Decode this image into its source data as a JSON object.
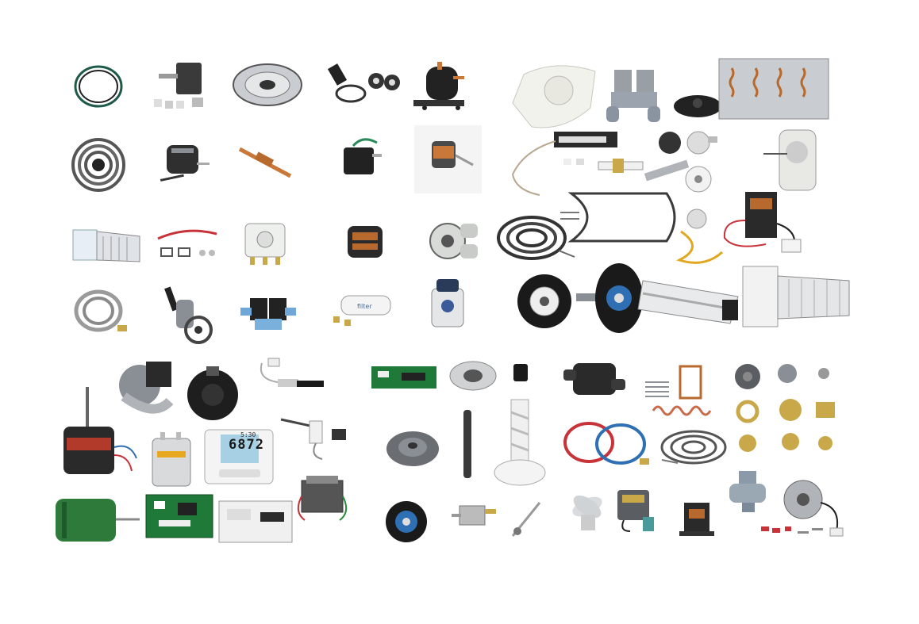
{
  "photo": {
    "subject": "collage of appliance and HVAC replacement parts on white background",
    "thermostat_display": {
      "reading": "6872",
      "clock": "5:30"
    },
    "filter_label": "filter",
    "colors": {
      "background": "#ffffff",
      "steel": "#8a8f96",
      "dark": "#2a2a2a",
      "copper": "#c9783a",
      "green_pcb": "#1f7a3a",
      "blue_hose": "#2f6fb3",
      "red_hose": "#c8333a",
      "white_plastic": "#f2f2ec"
    }
  }
}
